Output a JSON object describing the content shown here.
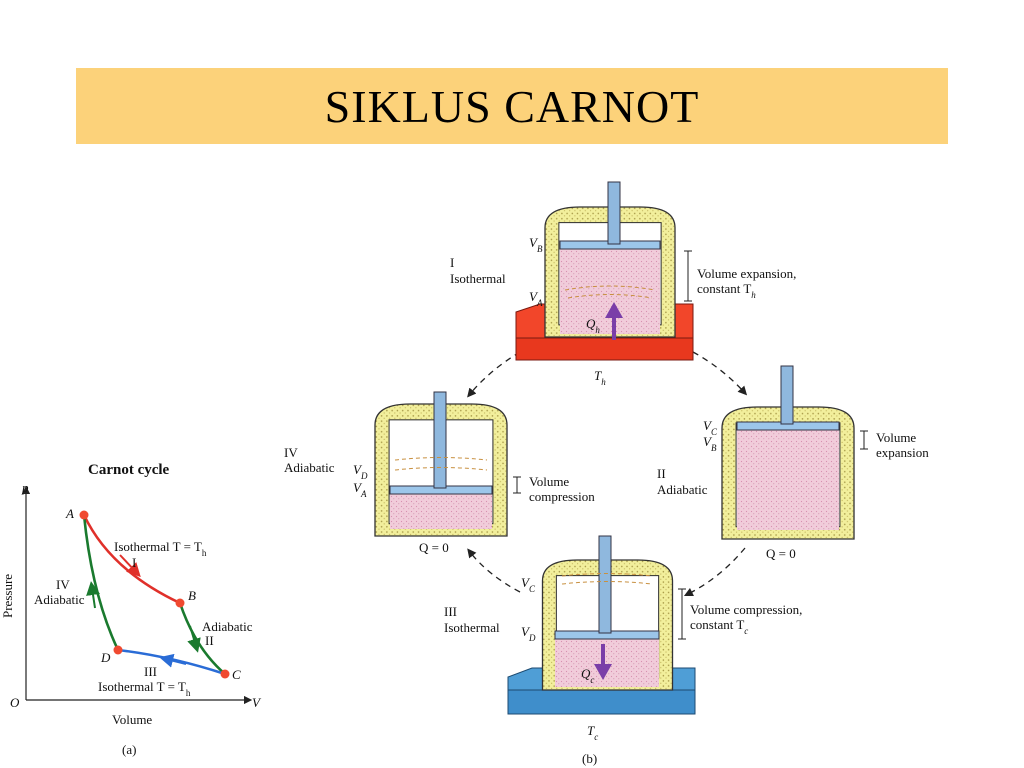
{
  "title": "SIKLUS CARNOT",
  "pv": {
    "heading": "Carnot cycle",
    "axis_p": "p",
    "axis_pressure": "Pressure",
    "axis_o": "O",
    "axis_v": "V",
    "axis_volume": "Volume",
    "points": [
      "A",
      "B",
      "C",
      "D"
    ],
    "seg_1_a": "Isothermal T = T",
    "seg_1_sub": "h",
    "seg_1_b": "I",
    "seg_2_a": "Adiabatic",
    "seg_2_b": "II",
    "seg_3_a": "III",
    "seg_3_b": "Isothermal T = T",
    "seg_3_sub": "h",
    "seg_4_a": "IV",
    "seg_4_b": "Adiabatic",
    "caption": "(a)",
    "colors": {
      "isothermal_hot": "#e0302a",
      "adiabatic": "#1a7a2e",
      "isothermal_cold": "#2a6cd6",
      "point": "#f04a30"
    }
  },
  "cycle": {
    "top": {
      "step": "I",
      "process": "Isothermal",
      "v_upper": "V",
      "v_upper_sub": "B",
      "v_lower": "V",
      "v_lower_sub": "A",
      "note_a": "Volume expansion,",
      "note_b": "constant T",
      "note_b_sub": "h",
      "heat": "Q",
      "heat_sub": "h",
      "reservoir": "T",
      "reservoir_sub": "h"
    },
    "right": {
      "step": "II",
      "process": "Adiabatic",
      "v_upper": "V",
      "v_upper_sub": "C",
      "v_lower": "V",
      "v_lower_sub": "B",
      "note_a": "Volume",
      "note_b": "expansion",
      "heat": "Q = 0"
    },
    "bottom": {
      "step": "III",
      "process": "Isothermal",
      "v_upper": "V",
      "v_upper_sub": "C",
      "v_lower": "V",
      "v_lower_sub": "D",
      "note_a": "Volume compression,",
      "note_b": "constant T",
      "note_b_sub": "c",
      "heat": "Q",
      "heat_sub": "c",
      "reservoir": "T",
      "reservoir_sub": "c"
    },
    "left": {
      "step": "IV",
      "process": "Adiabatic",
      "v_upper": "V",
      "v_upper_sub": "D",
      "v_lower": "V",
      "v_lower_sub": "A",
      "note_a": "Volume",
      "note_b": "compression",
      "heat": "Q = 0"
    },
    "caption": "(b)",
    "colors": {
      "hot": "#f2462a",
      "cold": "#4f9ed6",
      "gas": "#f0c8d8",
      "wall": "#f2efa6",
      "arrow": "#7a3ea8"
    }
  }
}
